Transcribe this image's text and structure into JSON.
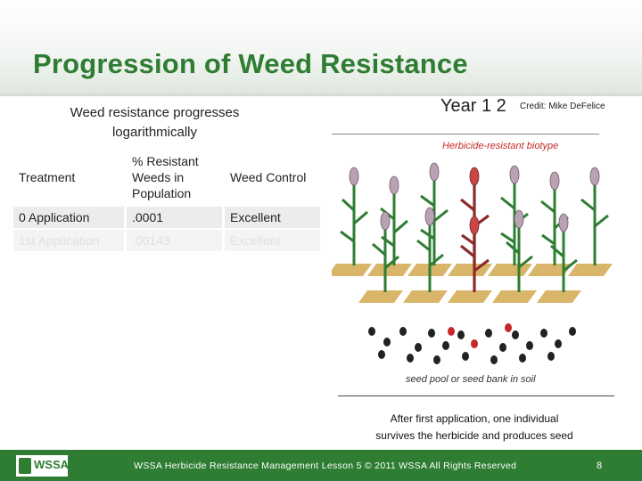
{
  "slide": {
    "title": "Progression of Weed Resistance",
    "subtitle": "Weed resistance progresses logarithmically",
    "year_label": "Year 1 2",
    "credit": "Credit: Mike DeFelice",
    "biotype_label": "Herbicide-resistant biotype",
    "seed_caption": "seed pool or seed bank in soil",
    "overlap_text_line1": "After first application, one individual",
    "overlap_text_line2": "survives the herbicide and produces seed",
    "footer": "WSSA Herbicide Resistance Management Lesson 5 © 2011 WSSA All Rights Reserved",
    "page_number": "8",
    "logo_text": "WSSA"
  },
  "table": {
    "headers": [
      "Treatment",
      "% Resistant Weeds in Population",
      "Weed Control"
    ],
    "rows": [
      [
        "0 Application",
        ".0001",
        "Excellent"
      ],
      [
        "1st Application",
        ".00143",
        "Excellent"
      ]
    ]
  },
  "colors": {
    "title_green": "#2e7d32",
    "footer_green": "#2e7d32",
    "resistant_red": "#c62828"
  }
}
